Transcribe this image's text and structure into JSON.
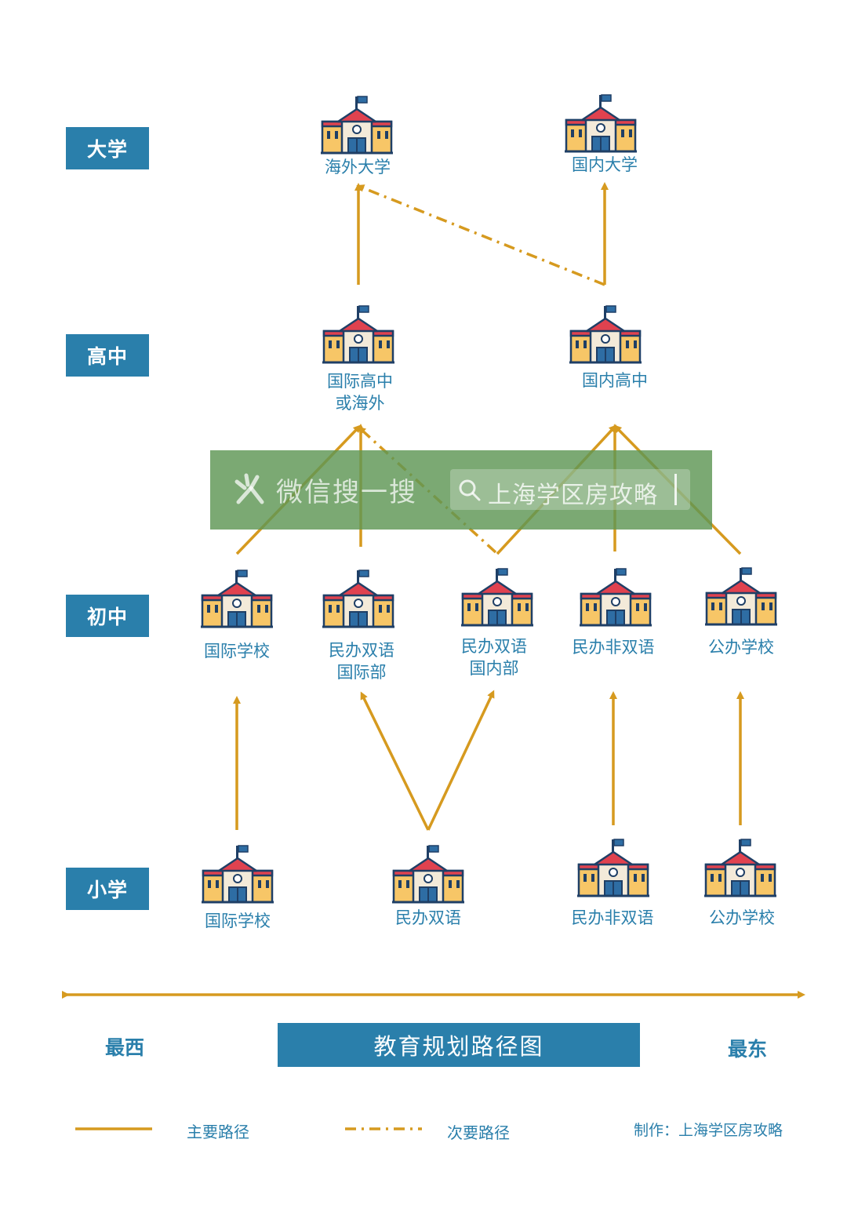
{
  "levels": [
    "大学",
    "高中",
    "初中",
    "小学"
  ],
  "schools": {
    "uni_overseas": "海外大学",
    "uni_domestic": "国内大学",
    "hs_international": "国际高中\n或海外",
    "hs_domestic": "国内高中",
    "ms_international": "国际学校",
    "ms_private_bilingual_intl": "民办双语\n国际部",
    "ms_private_bilingual_domestic": "民办双语\n国内部",
    "ms_private_non_bilingual": "民办非双语",
    "ms_public": "公办学校",
    "ps_international": "国际学校",
    "ps_private_bilingual": "民办双语",
    "ps_private_non_bilingual": "民办非双语",
    "ps_public": "公办学校"
  },
  "axis": {
    "west": "最西",
    "east": "最东"
  },
  "title": "教育规划路径图",
  "legend": {
    "primary": "主要路径",
    "secondary": "次要路径",
    "credit": "制作：上海学区房攻略"
  },
  "watermark": {
    "brand": "微信搜一搜",
    "search": "上海学区房攻略"
  },
  "colors": {
    "brand_blue": "#2a7fab",
    "path_gold": "#d69a1f",
    "roof_red": "#e0424f",
    "wall_yellow": "#f7c667",
    "wall_cream": "#f3ead9",
    "window_blue": "#2e6da4"
  },
  "icons": [
    "school-building-icon",
    "search-icon",
    "weixin-search-logo-icon",
    "arrow-icon"
  ]
}
